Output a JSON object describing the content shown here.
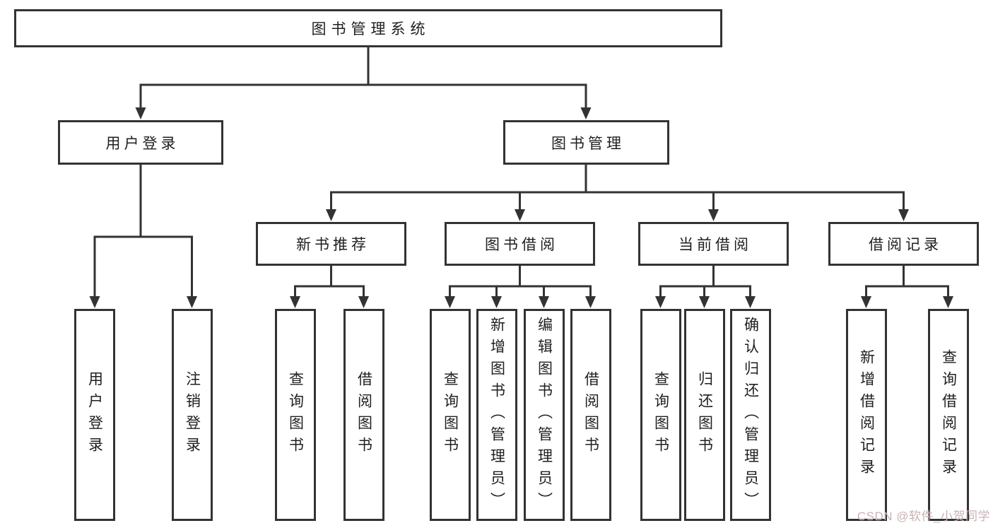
{
  "tree": {
    "root": "图书管理系统",
    "children": [
      {
        "label": "用户登录",
        "children": [
          "用户登录",
          "注销登录"
        ]
      },
      {
        "label": "图书管理",
        "children": [
          {
            "label": "新书推荐",
            "children": [
              "查询图书",
              "借阅图书"
            ]
          },
          {
            "label": "图书借阅",
            "children": [
              "查询图书",
              "新增图书（管理员）",
              "编辑图书（管理员）",
              "借阅图书"
            ]
          },
          {
            "label": "当前借阅",
            "children": [
              "查询图书",
              "归还图书",
              "确认归还（管理员）"
            ]
          },
          {
            "label": "借阅记录",
            "children": [
              "新增借阅记录",
              "查询借阅记录"
            ]
          }
        ]
      }
    ]
  },
  "watermark": {
    "text": "CSDN @软件_小贺同学"
  },
  "colors": {
    "line": "#333333",
    "box_border": "#333333",
    "text": "#1f1f1f",
    "watermark": "#c9b2b4",
    "background": "#ffffff"
  }
}
